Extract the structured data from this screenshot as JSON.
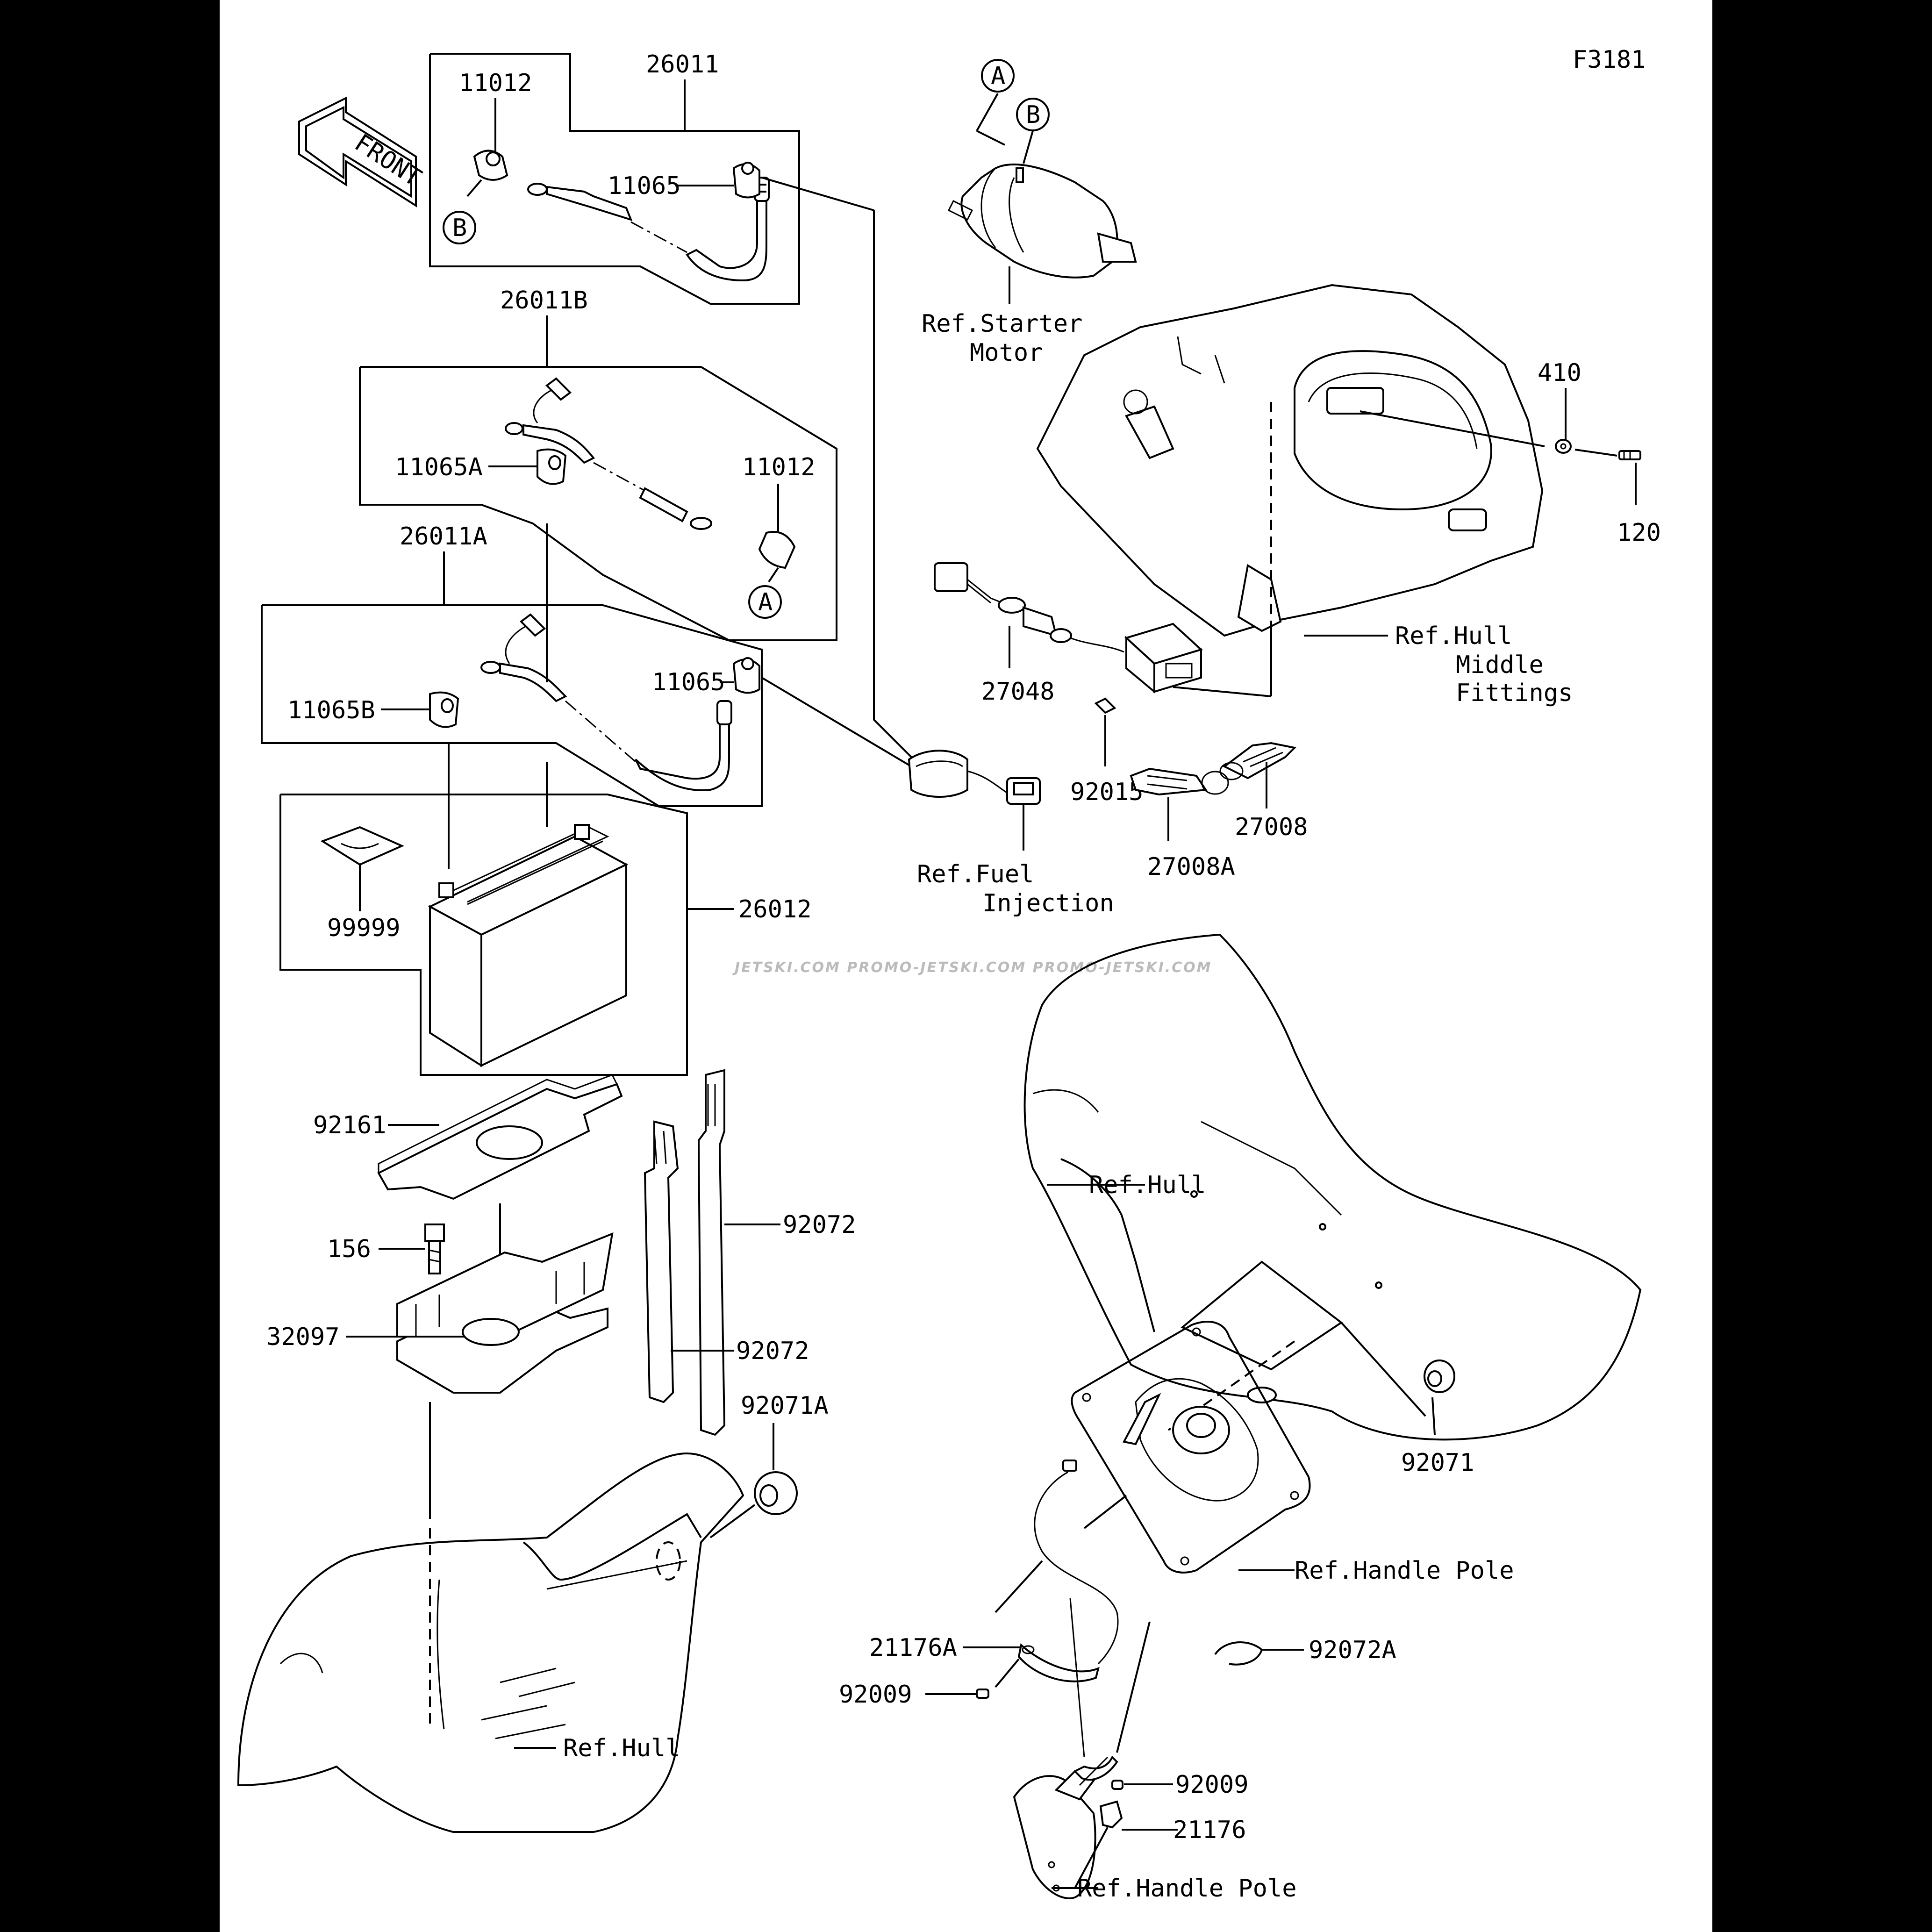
{
  "figure_id": "F3181",
  "watermark": "JETSKI.COM  PROMO-JETSKI.COM  PROMO-JETSKI.COM",
  "front_arrow": "FRONT",
  "callouts": {
    "a1": "A",
    "a2": "A",
    "b1": "B",
    "b2": "B"
  },
  "labels": {
    "p26011": "26011",
    "p11012_top": "11012",
    "p11065_top": "11065",
    "p26011B": "26011B",
    "p11065A": "11065A",
    "p11012_mid": "11012",
    "p26011A": "26011A",
    "p11065_mid": "11065",
    "p11065B": "11065B",
    "p99999": "99999",
    "p26012": "26012",
    "p92161": "92161",
    "p156": "156",
    "p32097": "32097",
    "p92072_a": "92072",
    "p92072_b": "92072",
    "p92071A": "92071A",
    "ref_hull_bottom": "Ref.Hull",
    "ref_starter_1": "Ref.Starter",
    "ref_starter_2": "Motor",
    "p410": "410",
    "p120": "120",
    "ref_hull_mid_1": "Ref.Hull",
    "ref_hull_mid_2": "Middle",
    "ref_hull_mid_3": "Fittings",
    "p27048": "27048",
    "p92015": "92015",
    "p27008A": "27008A",
    "p27008": "27008",
    "ref_fuel_1": "Ref.Fuel",
    "ref_fuel_2": "Injection",
    "ref_hull_right": "Ref.Hull",
    "p92071": "92071",
    "ref_handle_pole_1": "Ref.Handle Pole",
    "p21176A": "21176A",
    "p92072A": "92072A",
    "p92009_a": "92009",
    "p92009_b": "92009",
    "p21176": "21176",
    "ref_handle_pole_2": "Ref.Handle Pole"
  }
}
